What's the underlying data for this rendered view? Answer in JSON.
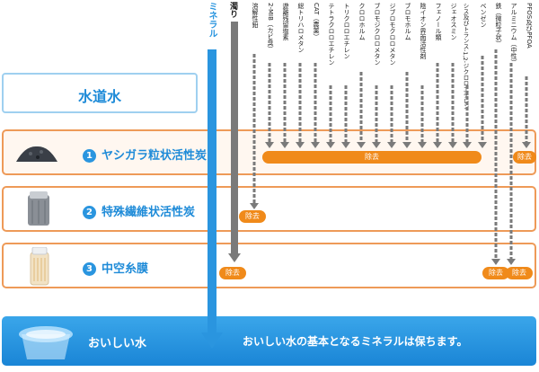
{
  "tap_water": {
    "label": "水道水"
  },
  "mineral_arrow": {
    "label": "ミネラル"
  },
  "turbidity": {
    "label": "濁り"
  },
  "contaminants": [
    "溶解性鉛",
    "2-MIB（カビ臭）",
    "遊離残留塩素",
    "総トリハロメタン",
    "CAT（農薬）",
    "テトラクロロエチレン",
    "トリクロロエチレン",
    "クロロホルム",
    "ブロモジクロロメタン",
    "ジブロモクロロメタン",
    "ブロモホルム",
    "陰イオン界面活性剤",
    "フェノール類",
    "ジェオスミン",
    "シス及びトランス-1,2-ジクロロエチレン",
    "ベンゼン",
    "鉄（微粒子状）",
    "アルミニウム（中性）",
    "PFOS及びPFOA"
  ],
  "stages": [
    {
      "num": "1",
      "label": "ヤシガラ粒状活性炭"
    },
    {
      "num": "2",
      "label": "特殊繊維状活性炭"
    },
    {
      "num": "3",
      "label": "中空糸膜"
    }
  ],
  "removed_label": "除去",
  "result": {
    "label": "おいしい水",
    "message": "おいしい水の基本となるミネラルは保ちます。"
  },
  "colors": {
    "blue": "#2a95df",
    "orange": "#f08a1a",
    "stage_border": "#ee9a58",
    "gray_arrow": "#7a7a7a"
  }
}
